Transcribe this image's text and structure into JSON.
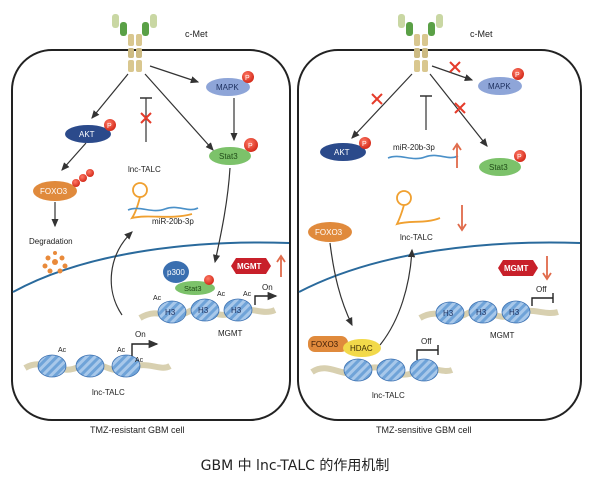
{
  "left_panel": {
    "receptor": "c-Met",
    "phospho": "P",
    "akt": "AKT",
    "mapk": "MAPK",
    "foxo3": "FOXO3",
    "degradation": "Degradation",
    "lnc_talc": "lnc-TALC",
    "mir": "miR-20b-3p",
    "stat3": "Stat3",
    "mgmt_protein": "MGMT",
    "p300": "p300",
    "stat3_nuc": "Stat3",
    "ac": "Ac",
    "h3": "H3",
    "on": "On",
    "mgmt_gene": "MGMT",
    "lnc_talc_gene": "lnc-TALC",
    "title": "TMZ-resistant GBM cell"
  },
  "right_panel": {
    "receptor": "c-Met",
    "phospho": "P",
    "akt": "AKT",
    "mapk": "MAPK",
    "mir": "miR-20b-3p",
    "stat3": "Stat3",
    "foxo3": "FOXO3",
    "lnc_talc": "lnc-TALC",
    "mgmt_protein": "MGMT",
    "off": "Off",
    "h3": "H3",
    "mgmt_gene": "MGMT",
    "foxo3_nuc": "FOXO3",
    "hdac": "HDAC",
    "lnc_talc_gene": "lnc-TALC",
    "title": "TMZ-sensitive GBM cell"
  },
  "caption": "GBM 中 lnc-TALC 的作用机制",
  "colors": {
    "akt": "#2b4a8b",
    "mapk": "#7b93c9",
    "stat3": "#7cc26a",
    "foxo3": "#e08a3c",
    "phospho": "#e53b2a",
    "mgmt": "#c8202a",
    "membrane": "#2a6a9c",
    "nucleosome": "#6a9fd4"
  }
}
